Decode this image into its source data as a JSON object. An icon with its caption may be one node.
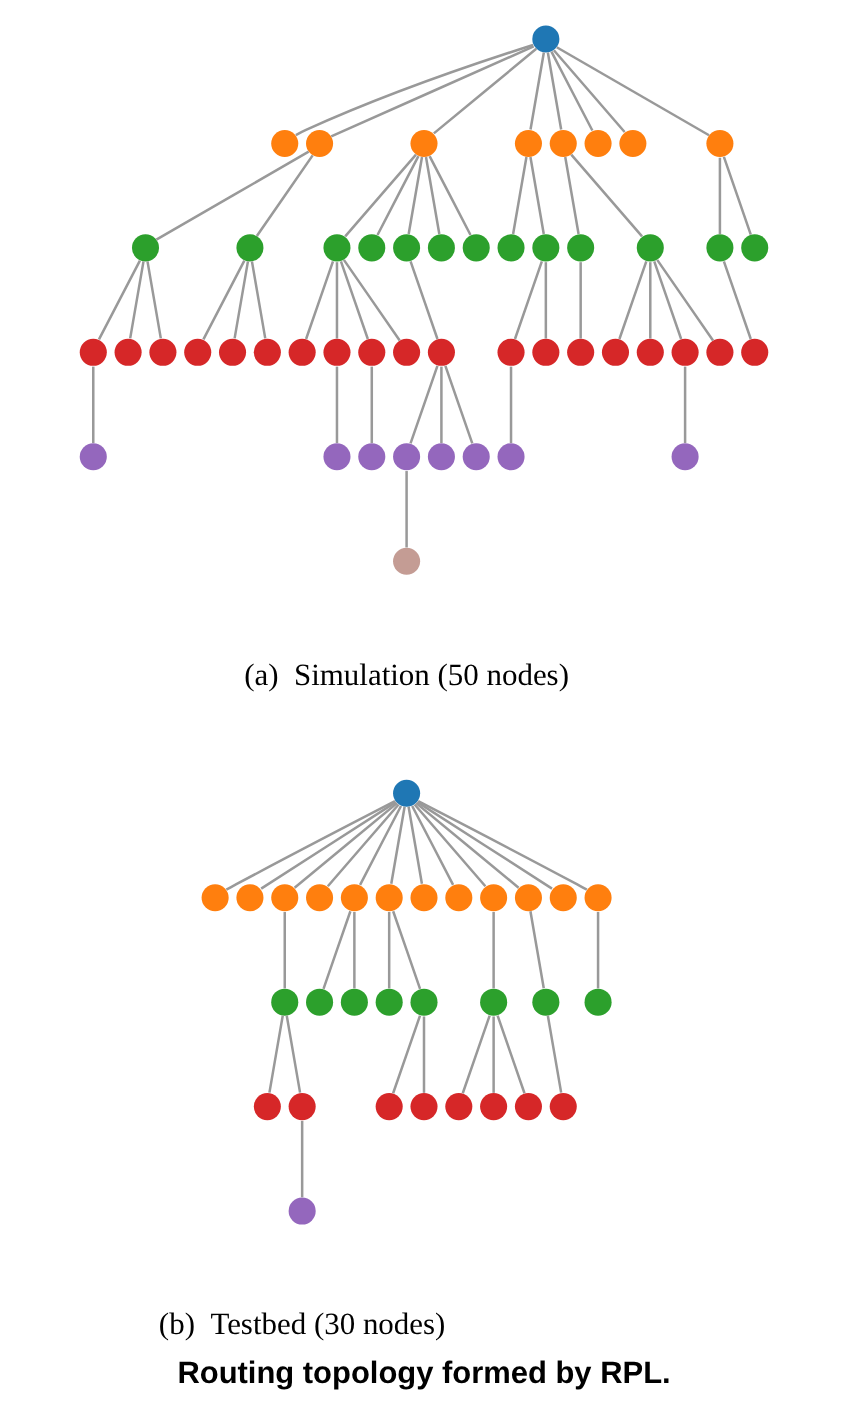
{
  "diagram": {
    "caption": "Routing topology formed by RPL.",
    "nodes": [
      {
        "text": [],
        "shape": "circle"
      },
      {
        "text": [],
        "shape": "circle"
      },
      {
        "text": [],
        "shape": "circle"
      },
      {
        "text": [],
        "shape": "circle"
      },
      {
        "text": [],
        "shape": "circle"
      },
      {
        "text": [],
        "shape": "circle"
      },
      {
        "text": [],
        "shape": "circle"
      },
      {
        "text": [],
        "shape": "circle"
      },
      {
        "text": [],
        "shape": "circle"
      },
      {
        "text": [],
        "shape": "circle"
      },
      {
        "text": [],
        "shape": "circle"
      },
      {
        "text": [],
        "shape": "circle"
      },
      {
        "text": [],
        "shape": "circle"
      },
      {
        "text": [],
        "shape": "circle"
      },
      {
        "text": [],
        "shape": "circle"
      },
      {
        "text": [],
        "shape": "circle"
      },
      {
        "text": [],
        "shape": "circle"
      },
      {
        "text": [],
        "shape": "circle"
      },
      {
        "text": [],
        "shape": "circle"
      },
      {
        "text": [],
        "shape": "circle"
      },
      {
        "text": [],
        "shape": "circle"
      },
      {
        "text": [],
        "shape": "circle"
      },
      {
        "text": [],
        "shape": "circle"
      },
      {
        "text": [],
        "shape": "circle"
      },
      {
        "text": [],
        "shape": "circle"
      },
      {
        "text": [],
        "shape": "circle"
      },
      {
        "text": [],
        "shape": "circle"
      },
      {
        "text": [],
        "shape": "circle"
      },
      {
        "text": [],
        "shape": "circle"
      },
      {
        "text": [],
        "shape": "circle"
      },
      {
        "text": [],
        "shape": "circle"
      },
      {
        "text": [],
        "shape": "circle"
      },
      {
        "text": [],
        "shape": "circle"
      },
      {
        "text": [],
        "shape": "circle"
      },
      {
        "text": [],
        "shape": "circle"
      },
      {
        "text": [],
        "shape": "circle"
      },
      {
        "text": [],
        "shape": "circle"
      },
      {
        "text": [],
        "shape": "circle"
      },
      {
        "text": [],
        "shape": "circle"
      },
      {
        "text": [],
        "shape": "circle"
      },
      {
        "text": [],
        "shape": "circle"
      },
      {
        "text": [],
        "shape": "circle"
      },
      {
        "text": [],
        "shape": "circle"
      },
      {
        "text": [],
        "shape": "circle"
      },
      {
        "text": [],
        "shape": "circle"
      },
      {
        "text": [],
        "shape": "circle"
      },
      {
        "text": [],
        "shape": "circle"
      },
      {
        "text": [],
        "shape": "circle"
      },
      {
        "text": [],
        "shape": "circle"
      },
      {
        "text": [],
        "shape": "circle"
      },
      {
        "text": [],
        "shape": "circle"
      },
      {
        "text": [],
        "shape": "circle"
      },
      {
        "text": [],
        "shape": "circle"
      },
      {
        "text": [],
        "shape": "circle"
      },
      {
        "text": [],
        "shape": "circle"
      },
      {
        "text": [],
        "shape": "circle"
      },
      {
        "text": [],
        "shape": "circle"
      },
      {
        "text": [],
        "shape": "circle"
      },
      {
        "text": [],
        "shape": "circle"
      },
      {
        "text": [],
        "shape": "circle"
      },
      {
        "text": [],
        "shape": "circle"
      },
      {
        "text": [],
        "shape": "circle"
      },
      {
        "text": [],
        "shape": "circle"
      },
      {
        "text": [],
        "shape": "circle"
      },
      {
        "text": [],
        "shape": "circle"
      },
      {
        "text": [],
        "shape": "circle"
      },
      {
        "text": [],
        "shape": "circle"
      },
      {
        "text": [],
        "shape": "circle"
      },
      {
        "text": [],
        "shape": "circle"
      },
      {
        "text": [],
        "shape": "circle"
      },
      {
        "text": [],
        "shape": "circle"
      },
      {
        "text": [],
        "shape": "circle"
      },
      {
        "text": [],
        "shape": "circle"
      },
      {
        "text": [],
        "shape": "circle"
      },
      {
        "text": [],
        "shape": "circle"
      },
      {
        "text": [],
        "shape": "circle"
      },
      {
        "text": [],
        "shape": "circle"
      },
      {
        "text": [],
        "shape": "circle"
      },
      {
        "text": [],
        "shape": "circle"
      },
      {
        "text": [],
        "shape": "circle"
      }
    ],
    "edges": [
      {
        "from": 0,
        "to": 1,
        "arrow": "none"
      },
      {
        "from": 0,
        "to": 2,
        "arrow": "none"
      },
      {
        "from": 0,
        "to": 3,
        "arrow": "none"
      },
      {
        "from": 0,
        "to": 4,
        "arrow": "none"
      },
      {
        "from": 0,
        "to": 5,
        "arrow": "none"
      },
      {
        "from": 0,
        "to": 6,
        "arrow": "none"
      },
      {
        "from": 0,
        "to": 7,
        "arrow": "none"
      },
      {
        "from": 0,
        "to": 8,
        "arrow": "none"
      },
      {
        "from": 2,
        "to": 9,
        "arrow": "none"
      },
      {
        "from": 2,
        "to": 10,
        "arrow": "none"
      },
      {
        "from": 3,
        "to": 11,
        "arrow": "none"
      },
      {
        "from": 3,
        "to": 12,
        "arrow": "none"
      },
      {
        "from": 3,
        "to": 13,
        "arrow": "none"
      },
      {
        "from": 3,
        "to": 14,
        "arrow": "none"
      },
      {
        "from": 3,
        "to": 15,
        "arrow": "none"
      },
      {
        "from": 4,
        "to": 16,
        "arrow": "none"
      },
      {
        "from": 4,
        "to": 17,
        "arrow": "none"
      },
      {
        "from": 5,
        "to": 18,
        "arrow": "none"
      },
      {
        "from": 5,
        "to": 19,
        "arrow": "none"
      },
      {
        "from": 8,
        "to": 20,
        "arrow": "none"
      },
      {
        "from": 8,
        "to": 21,
        "arrow": "none"
      },
      {
        "from": 9,
        "to": 22,
        "arrow": "none"
      },
      {
        "from": 9,
        "to": 23,
        "arrow": "none"
      },
      {
        "from": 9,
        "to": 24,
        "arrow": "none"
      },
      {
        "from": 10,
        "to": 25,
        "arrow": "none"
      },
      {
        "from": 10,
        "to": 26,
        "arrow": "none"
      },
      {
        "from": 10,
        "to": 27,
        "arrow": "none"
      },
      {
        "from": 11,
        "to": 28,
        "arrow": "none"
      },
      {
        "from": 11,
        "to": 29,
        "arrow": "none"
      },
      {
        "from": 11,
        "to": 30,
        "arrow": "none"
      },
      {
        "from": 11,
        "to": 31,
        "arrow": "none"
      },
      {
        "from": 13,
        "to": 32,
        "arrow": "none"
      },
      {
        "from": 17,
        "to": 33,
        "arrow": "none"
      },
      {
        "from": 17,
        "to": 34,
        "arrow": "none"
      },
      {
        "from": 18,
        "to": 35,
        "arrow": "none"
      },
      {
        "from": 19,
        "to": 36,
        "arrow": "none"
      },
      {
        "from": 19,
        "to": 37,
        "arrow": "none"
      },
      {
        "from": 19,
        "to": 38,
        "arrow": "none"
      },
      {
        "from": 19,
        "to": 39,
        "arrow": "none"
      },
      {
        "from": 20,
        "to": 40,
        "arrow": "none"
      },
      {
        "from": 22,
        "to": 41,
        "arrow": "none"
      },
      {
        "from": 29,
        "to": 42,
        "arrow": "none"
      },
      {
        "from": 30,
        "to": 43,
        "arrow": "none"
      },
      {
        "from": 32,
        "to": 44,
        "arrow": "none"
      },
      {
        "from": 32,
        "to": 45,
        "arrow": "none"
      },
      {
        "from": 32,
        "to": 46,
        "arrow": "none"
      },
      {
        "from": 33,
        "to": 47,
        "arrow": "none"
      },
      {
        "from": 38,
        "to": 48,
        "arrow": "none"
      },
      {
        "from": 44,
        "to": 49,
        "arrow": "none"
      },
      {
        "from": 50,
        "to": 51,
        "arrow": "none"
      },
      {
        "from": 50,
        "to": 52,
        "arrow": "none"
      },
      {
        "from": 50,
        "to": 53,
        "arrow": "none"
      },
      {
        "from": 50,
        "to": 54,
        "arrow": "none"
      },
      {
        "from": 50,
        "to": 55,
        "arrow": "none"
      },
      {
        "from": 50,
        "to": 56,
        "arrow": "none"
      },
      {
        "from": 50,
        "to": 57,
        "arrow": "none"
      },
      {
        "from": 50,
        "to": 58,
        "arrow": "none"
      },
      {
        "from": 50,
        "to": 59,
        "arrow": "none"
      },
      {
        "from": 50,
        "to": 60,
        "arrow": "none"
      },
      {
        "from": 50,
        "to": 61,
        "arrow": "none"
      },
      {
        "from": 50,
        "to": 62,
        "arrow": "none"
      },
      {
        "from": 53,
        "to": 63,
        "arrow": "none"
      },
      {
        "from": 55,
        "to": 64,
        "arrow": "none"
      },
      {
        "from": 55,
        "to": 65,
        "arrow": "none"
      },
      {
        "from": 56,
        "to": 66,
        "arrow": "none"
      },
      {
        "from": 56,
        "to": 67,
        "arrow": "none"
      },
      {
        "from": 59,
        "to": 68,
        "arrow": "none"
      },
      {
        "from": 60,
        "to": 69,
        "arrow": "none"
      },
      {
        "from": 62,
        "to": 70,
        "arrow": "none"
      },
      {
        "from": 63,
        "to": 71,
        "arrow": "none"
      },
      {
        "from": 63,
        "to": 72,
        "arrow": "none"
      },
      {
        "from": 67,
        "to": 73,
        "arrow": "none"
      },
      {
        "from": 67,
        "to": 74,
        "arrow": "none"
      },
      {
        "from": 68,
        "to": 75,
        "arrow": "none"
      },
      {
        "from": 68,
        "to": 76,
        "arrow": "none"
      },
      {
        "from": 68,
        "to": 77,
        "arrow": "none"
      },
      {
        "from": 69,
        "to": 78,
        "arrow": "none"
      },
      {
        "from": 72,
        "to": 79,
        "arrow": "none"
      }
    ],
    "labels": [
      "(a)  Simulation (50 nodes)",
      "(b)  Testbed (30 nodes)"
    ]
  }
}
